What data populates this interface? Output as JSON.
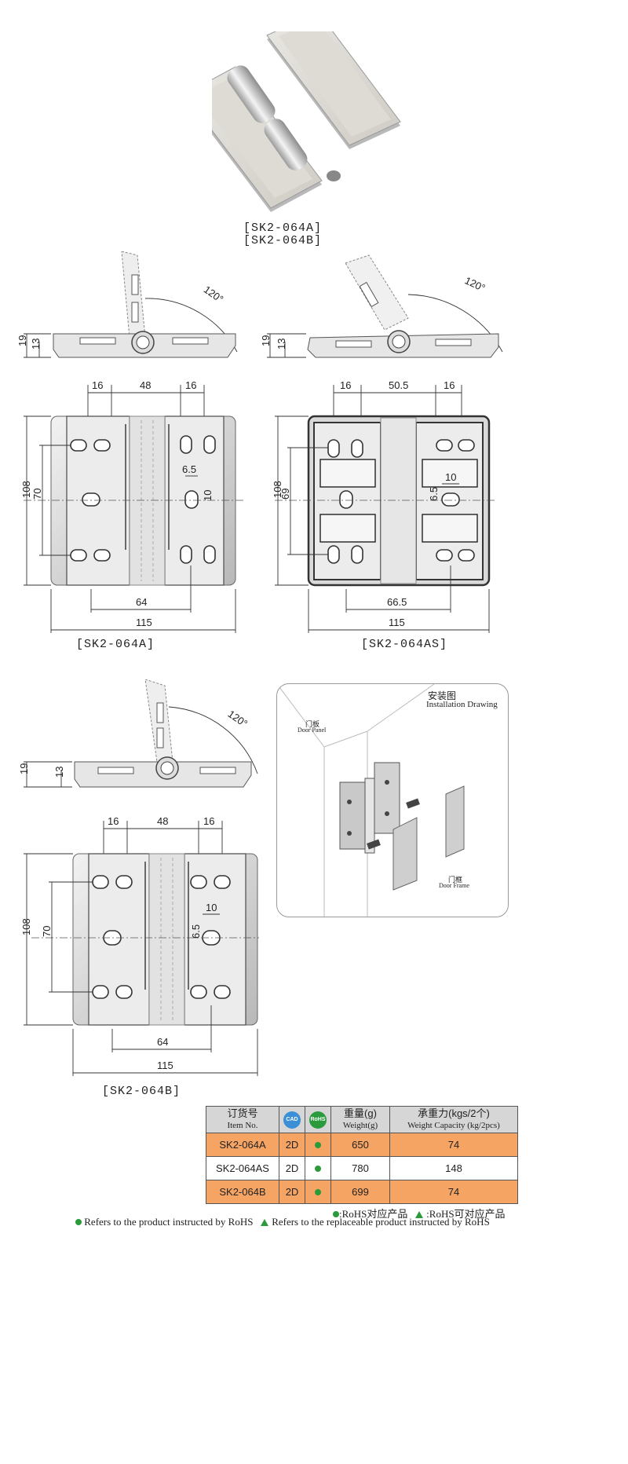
{
  "product_photo": {
    "captions": [
      "[SK2-064A]",
      "[SK2-064B]"
    ]
  },
  "side_views": [
    {
      "dims": {
        "h1": "19",
        "h2": "13",
        "angle": "120°"
      }
    },
    {
      "dims": {
        "h1": "19",
        "h2": "13",
        "angle": "120°"
      }
    },
    {
      "dims": {
        "h1": "19",
        "h2": "13",
        "angle": "120°"
      }
    }
  ],
  "front_views": [
    {
      "caption": "[SK2-064A]",
      "dims": {
        "top_left": "16",
        "top_mid": "48",
        "top_right": "16",
        "height": "108",
        "inner_height": "70",
        "hole_w": "6.5",
        "hole_h": "10",
        "bottom_span": "64",
        "width": "115"
      }
    },
    {
      "caption": "[SK2-064AS]",
      "dims": {
        "top_left": "16",
        "top_mid": "50.5",
        "top_right": "16",
        "height": "108",
        "inner_height": "69",
        "hole_w": "6.5",
        "hole_h": "10",
        "bottom_span": "66.5",
        "width": "115"
      }
    },
    {
      "caption": "[SK2-064B]",
      "dims": {
        "top_left": "16",
        "top_mid": "48",
        "top_right": "16",
        "height": "108",
        "inner_height": "70",
        "hole_w": "6.5",
        "hole_h": "10",
        "bottom_span": "64",
        "width": "115"
      }
    }
  ],
  "installation": {
    "title_cn": "安装图",
    "title_en": "Installation Drawing",
    "door_panel_cn": "门板",
    "door_panel_en": "Door Panel",
    "door_frame_cn": "门框",
    "door_frame_en": "Door Frame"
  },
  "table": {
    "headers": {
      "order_cn": "订货号",
      "order_en": "Item No.",
      "cad_icon": "CAD",
      "rohs_icon": "RoHS",
      "weight_cn": "重量(g)",
      "weight_en": "Weight(g)",
      "capacity_cn": "承重力(kgs/2个)",
      "capacity_en": "Weight Capacity (kg/2pcs)"
    },
    "rows": [
      {
        "item": "SK2-064A",
        "cad": "2D",
        "weight": "650",
        "capacity": "74"
      },
      {
        "item": "SK2-064AS",
        "cad": "2D",
        "weight": "780",
        "capacity": "148"
      },
      {
        "item": "SK2-064B",
        "cad": "2D",
        "weight": "699",
        "capacity": "74"
      }
    ]
  },
  "legend": {
    "rohs_cn": ":RoHS对应产品",
    "rohs_replace_cn": ":RoHS可对应产品",
    "rohs_en": "Refers to the product instructed by RoHS",
    "rohs_replace_en": "Refers to the replaceable product instructed by RoHS"
  },
  "colors": {
    "row_highlight": "#f5a463",
    "rohs_green": "#2a9a3a",
    "header_gray": "#d6d6d6"
  }
}
